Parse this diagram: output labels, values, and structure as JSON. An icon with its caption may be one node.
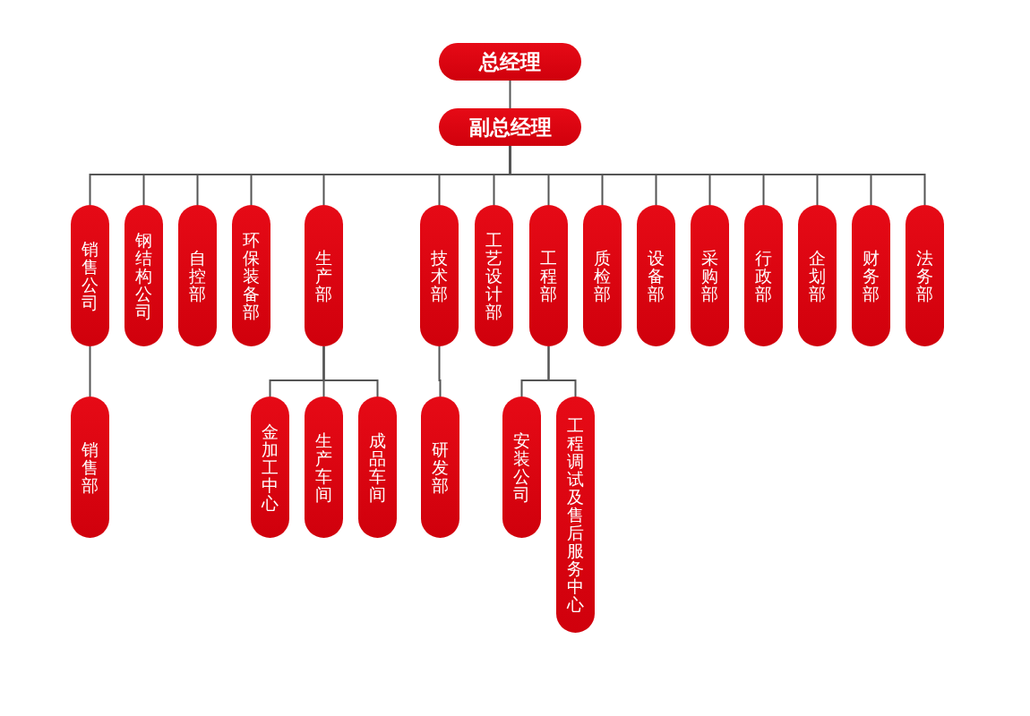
{
  "diagram": {
    "nodes": [
      {
        "text": [
          "总经理"
        ]
      },
      {
        "text": [
          "副总经理"
        ]
      },
      {
        "text": [
          "销售公司"
        ]
      },
      {
        "text": [
          "钢结构公司"
        ]
      },
      {
        "text": [
          "自控部"
        ]
      },
      {
        "text": [
          "环保装备部"
        ]
      },
      {
        "text": [
          "生产部"
        ]
      },
      {
        "text": [
          "技术部"
        ]
      },
      {
        "text": [
          "工艺设计部"
        ]
      },
      {
        "text": [
          "工程部"
        ]
      },
      {
        "text": [
          "质检部"
        ]
      },
      {
        "text": [
          "设备部"
        ]
      },
      {
        "text": [
          "采购部"
        ]
      },
      {
        "text": [
          "行政部"
        ]
      },
      {
        "text": [
          "企划部"
        ]
      },
      {
        "text": [
          "财务部"
        ]
      },
      {
        "text": [
          "法务部"
        ]
      },
      {
        "text": [
          "销售部"
        ]
      },
      {
        "text": [
          "金加工中心"
        ]
      },
      {
        "text": [
          "生产车间"
        ]
      },
      {
        "text": [
          "成品车间"
        ]
      },
      {
        "text": [
          "研发部"
        ]
      },
      {
        "text": [
          "安装公司"
        ]
      },
      {
        "text": [
          "工程调试及售后服务中心"
        ]
      }
    ],
    "edges": [
      {
        "from": 0,
        "to": 1,
        "arrow": "none"
      },
      {
        "from": 1,
        "to": 2,
        "arrow": "none"
      },
      {
        "from": 1,
        "to": 3,
        "arrow": "none"
      },
      {
        "from": 1,
        "to": 4,
        "arrow": "none"
      },
      {
        "from": 1,
        "to": 5,
        "arrow": "none"
      },
      {
        "from": 1,
        "to": 6,
        "arrow": "none"
      },
      {
        "from": 1,
        "to": 7,
        "arrow": "none"
      },
      {
        "from": 1,
        "to": 8,
        "arrow": "none"
      },
      {
        "from": 1,
        "to": 9,
        "arrow": "none"
      },
      {
        "from": 1,
        "to": 10,
        "arrow": "none"
      },
      {
        "from": 1,
        "to": 11,
        "arrow": "none"
      },
      {
        "from": 1,
        "to": 12,
        "arrow": "none"
      },
      {
        "from": 1,
        "to": 13,
        "arrow": "none"
      },
      {
        "from": 1,
        "to": 14,
        "arrow": "none"
      },
      {
        "from": 1,
        "to": 15,
        "arrow": "none"
      },
      {
        "from": 1,
        "to": 16,
        "arrow": "none"
      },
      {
        "from": 2,
        "to": 17,
        "arrow": "none"
      },
      {
        "from": 6,
        "to": 18,
        "arrow": "none"
      },
      {
        "from": 6,
        "to": 19,
        "arrow": "none"
      },
      {
        "from": 6,
        "to": 20,
        "arrow": "none"
      },
      {
        "from": 7,
        "to": 21,
        "arrow": "none"
      },
      {
        "from": 9,
        "to": 22,
        "arrow": "none"
      },
      {
        "from": 9,
        "to": 23,
        "arrow": "none"
      }
    ]
  }
}
